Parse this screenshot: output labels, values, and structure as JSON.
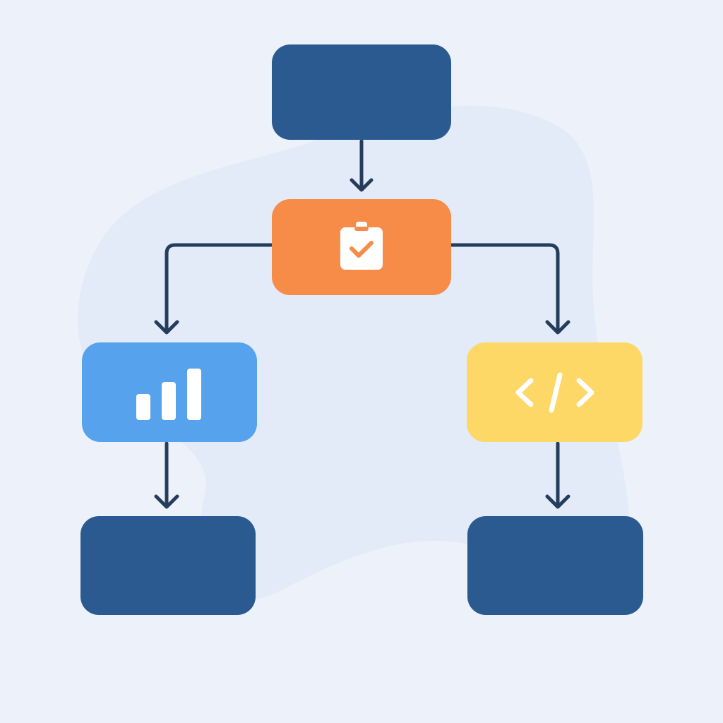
{
  "colors": {
    "background": "#edf2fa",
    "background_blob": "#e2ebf7",
    "primary_dark": "#2b5a91",
    "review_orange": "#f78b48",
    "analytics_blue": "#56a2ed",
    "code_yellow": "#fdd866",
    "connector": "#263c5c",
    "icon_fill": "#ffffff"
  },
  "diagram": {
    "nodes": [
      {
        "id": "top",
        "icon": null,
        "color": "primary_dark"
      },
      {
        "id": "review",
        "icon": "clipboard-check-icon",
        "color": "review_orange"
      },
      {
        "id": "analytics",
        "icon": "bar-chart-icon",
        "color": "analytics_blue"
      },
      {
        "id": "code",
        "icon": "code-brackets-icon",
        "color": "code_yellow"
      },
      {
        "id": "bottom-left",
        "icon": null,
        "color": "primary_dark"
      },
      {
        "id": "bottom-right",
        "icon": null,
        "color": "primary_dark"
      }
    ],
    "edges": [
      {
        "from": "top",
        "to": "review"
      },
      {
        "from": "review",
        "to": "analytics"
      },
      {
        "from": "review",
        "to": "code"
      },
      {
        "from": "analytics",
        "to": "bottom-left"
      },
      {
        "from": "code",
        "to": "bottom-right"
      }
    ]
  }
}
